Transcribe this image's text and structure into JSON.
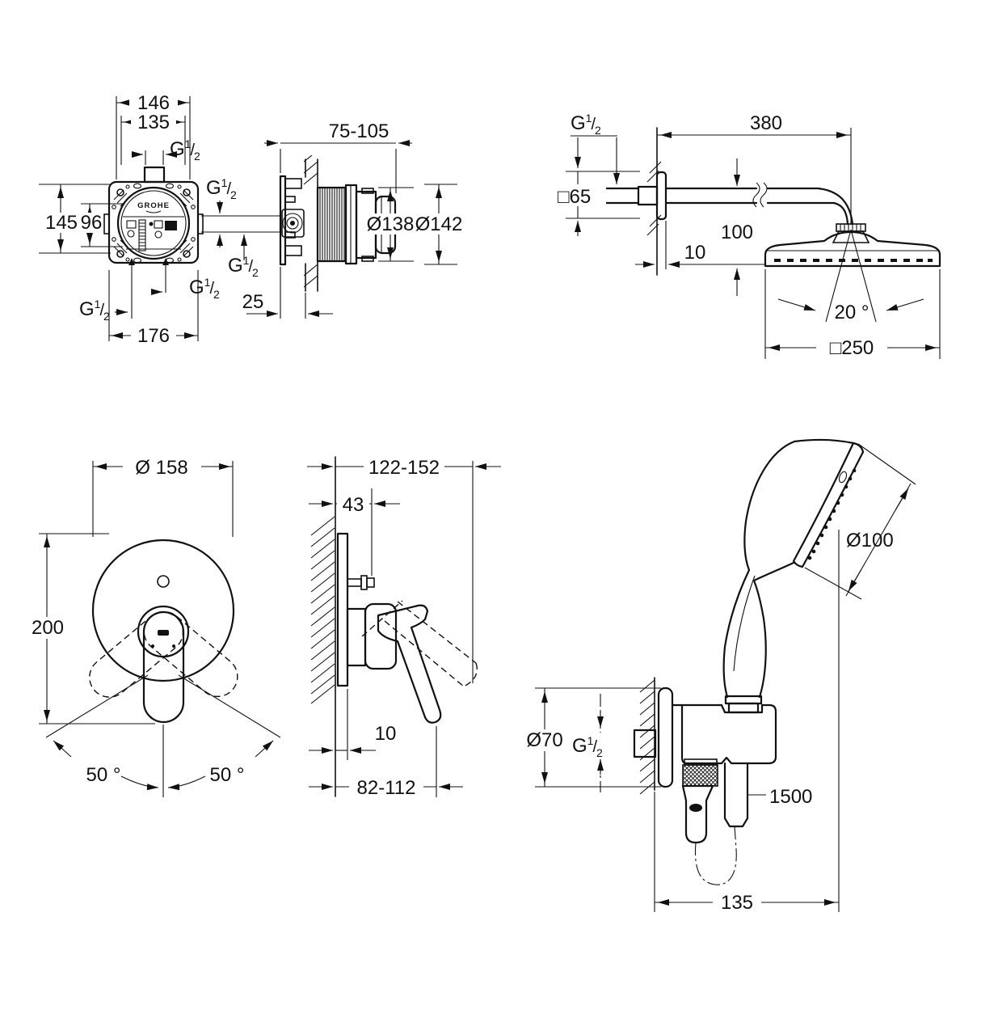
{
  "page": {
    "background": "#ffffff",
    "ink": "#111111",
    "description": "GROHE shower set installation dimensional drawing"
  },
  "brand": "GROHE",
  "thread": {
    "base": "G",
    "sup": "1",
    "slash": "/",
    "sub": "2"
  },
  "mixer_box_front": {
    "width_top": "146",
    "width_top_inner": "135",
    "height_left": "145",
    "height_inner": "96",
    "width_bottom": "176"
  },
  "mixer_box_side": {
    "depth_range": "75-105",
    "inner_diameter": "Ø138",
    "outer_diameter": "Ø142",
    "wall_clearance": "25"
  },
  "head_shower": {
    "arm_length": "380",
    "square_escutcheon": "□65",
    "drop_height": "100",
    "escutcheon_thickness": "10",
    "swivel_angle": "20 °",
    "head_width": "□250"
  },
  "trim_front": {
    "plate_diameter": "Ø 158",
    "overall_height": "200",
    "swing_left": "50 °",
    "swing_right": "50 °"
  },
  "trim_side": {
    "mounting_depth_range": "122-152",
    "stop_screw_depth": "43",
    "plate_thickness": "10",
    "lever_depth_range": "82-112"
  },
  "hand_shower_set": {
    "spray_diameter": "Ø100",
    "bracket_diameter": "Ø70",
    "hose_length": "1500",
    "bracket_offset": "135"
  }
}
